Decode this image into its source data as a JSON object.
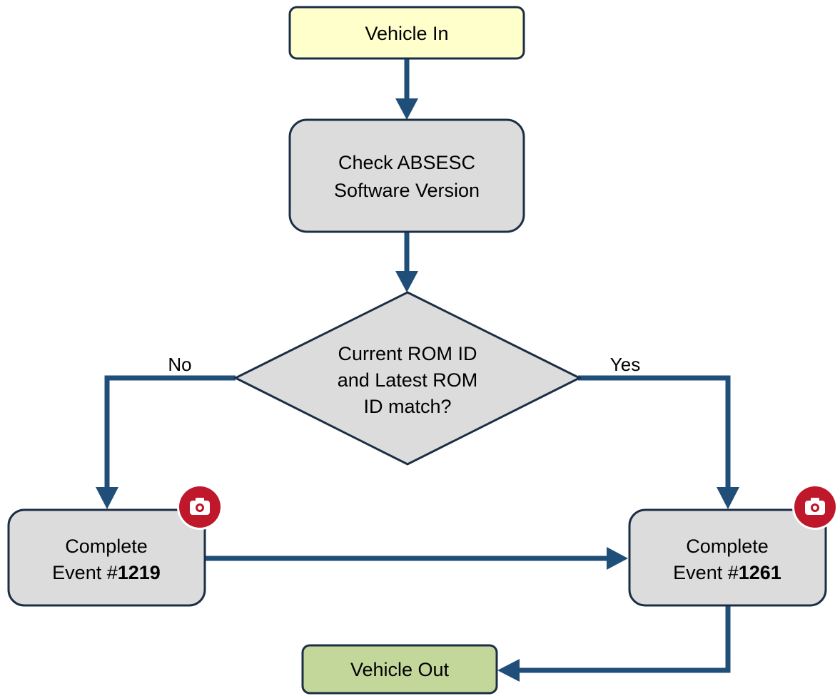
{
  "colors": {
    "connector": "#1f4e79",
    "node_stroke": "#1c2e45",
    "start_fill": "#ffffcc",
    "process_fill": "#dcdcdc",
    "end_fill": "#c4d79b",
    "camera_badge": "#c0182b"
  },
  "nodes": {
    "start": {
      "label": "Vehicle In"
    },
    "check": {
      "line1": "Check ABSESC",
      "line2": "Software Version"
    },
    "decision": {
      "line1": "Current ROM ID",
      "line2": "and Latest ROM",
      "line3": "ID match?"
    },
    "event_left": {
      "line1": "Complete",
      "prefix": "Event #",
      "number": "1219",
      "icon": "camera-icon"
    },
    "event_right": {
      "line1": "Complete",
      "prefix": "Event #",
      "number": "1261",
      "icon": "camera-icon"
    },
    "end": {
      "label": "Vehicle Out"
    }
  },
  "edges": {
    "no_label": "No",
    "yes_label": "Yes"
  }
}
